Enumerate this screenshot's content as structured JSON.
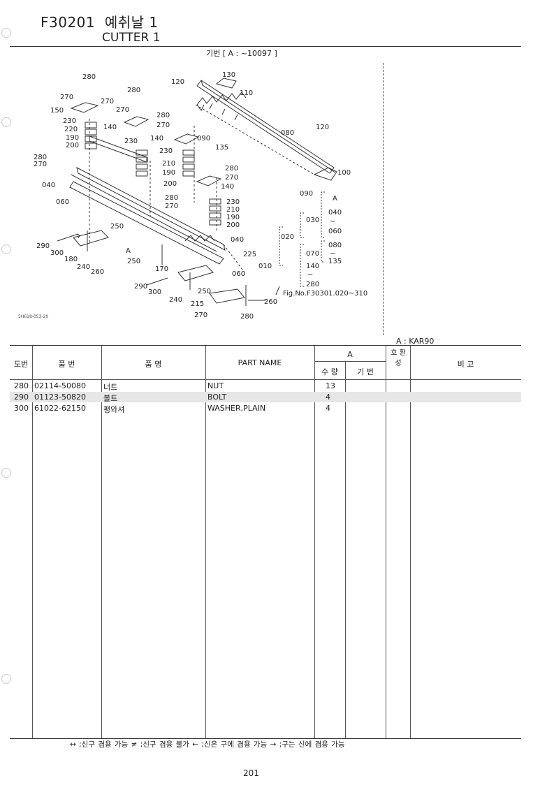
{
  "header": {
    "code": "F30201",
    "title_ko": "예취날 1",
    "title_en": "CUTTER 1",
    "serial": "기번 [ A : ~10097 ]"
  },
  "diagram": {
    "fig_id": "5H618-053-20",
    "fig_ref": "Fig.No.F30301.020~310",
    "callouts": [
      "280",
      "270",
      "270",
      "150",
      "230",
      "220",
      "190",
      "200",
      "280",
      "270",
      "140",
      "230",
      "120",
      "130",
      "110",
      "280",
      "270",
      "140",
      "090",
      "135",
      "080",
      "120",
      "100",
      "090",
      "230",
      "210",
      "190",
      "200",
      "280",
      "270",
      "140",
      "280",
      "270",
      "230",
      "210",
      "190",
      "200",
      "280",
      "270",
      "040",
      "060",
      "250",
      "290",
      "300",
      "180",
      "240",
      "260",
      "A",
      "250",
      "040",
      "225",
      "170",
      "290",
      "300",
      "250",
      "240",
      "215",
      "060",
      "260",
      "270",
      "280",
      "030",
      "040",
      "060",
      "020",
      "070",
      "080",
      "135",
      "010",
      "140",
      "280"
    ],
    "tree_a": "A",
    "tree_labels": {
      "l010": "010",
      "l020": "020",
      "l030": "030",
      "l040": "040",
      "l060": "060",
      "l070": "070",
      "l080": "080",
      "l135": "135",
      "l140": "140",
      "l280": "280",
      "tilde": "~"
    }
  },
  "kar": "A : KAR90",
  "table": {
    "headers": {
      "doban": "도번",
      "pumbeon": "품    번",
      "pummyeong": "품          명",
      "part_name": "PART  NAME",
      "a": "A",
      "suryang": "수 량",
      "gibeon": "기 번",
      "hohwan": "호 환 성",
      "bigo": "비          고"
    },
    "rows": [
      {
        "no": "280",
        "part": "02114-50080",
        "name_ko": "너트",
        "name_en": "NUT",
        "qty": "13",
        "serial": "",
        "compat": "",
        "note": ""
      },
      {
        "no": "290",
        "part": "01123-50820",
        "name_ko": "볼트",
        "name_en": "BOLT",
        "qty": "4",
        "serial": "",
        "compat": "",
        "note": ""
      },
      {
        "no": "300",
        "part": "61022-62150",
        "name_ko": "평와셔",
        "name_en": "WASHER,PLAIN",
        "qty": "4",
        "serial": "",
        "compat": "",
        "note": ""
      }
    ]
  },
  "legend": "↔ ;신구 겸용 가능    ≠ ;신구 겸용 불가    ← ;신은 구에 겸용 가능    → ;구는 신에 겸용 가능",
  "page_number": "201"
}
